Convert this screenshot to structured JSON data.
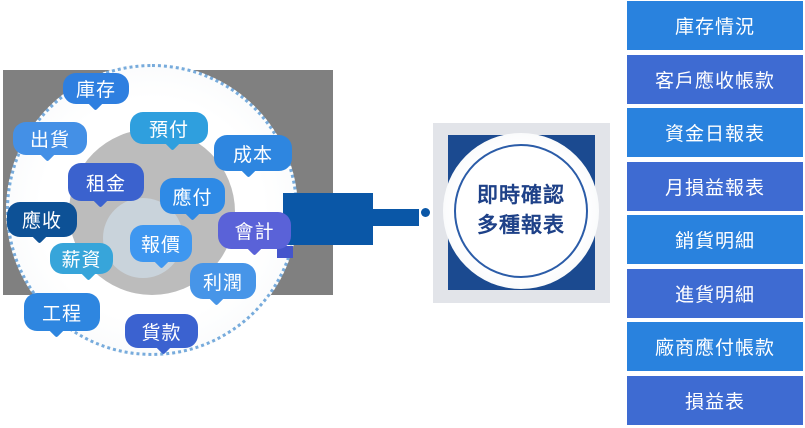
{
  "diagram": {
    "bubbles": [
      {
        "label": "庫存",
        "color": "#2e7fe0"
      },
      {
        "label": "出貨",
        "color": "#4490e6"
      },
      {
        "label": "預付",
        "color": "#2f9fde"
      },
      {
        "label": "成本",
        "color": "#2e86e0"
      },
      {
        "label": "租金",
        "color": "#3b62ce"
      },
      {
        "label": "應付",
        "color": "#2e8ae6"
      },
      {
        "label": "應收",
        "color": "#0d5196"
      },
      {
        "label": "會計",
        "color": "#5a62d8"
      },
      {
        "label": "報價",
        "color": "#3e97f0"
      },
      {
        "label": "薪資",
        "color": "#37a5da"
      },
      {
        "label": "利潤",
        "color": "#4795e8"
      },
      {
        "label": "工程",
        "color": "#2e86e0"
      },
      {
        "label": "貨款",
        "color": "#3b62d0"
      }
    ],
    "background_color": "#808080",
    "dotted_ring_color": "#77abdc"
  },
  "connector": {
    "color": "#0a57a7"
  },
  "feature": {
    "title_line1": "即時確認",
    "title_line2": "多種報表",
    "text_color": "#1e4188",
    "ring_color": "#2b5ca8",
    "square_color": "#1b4a90"
  },
  "report_list": {
    "items": [
      {
        "label": "庫存情況",
        "color": "#2982de"
      },
      {
        "label": "客戶應收帳款",
        "color": "#3e6bd2"
      },
      {
        "label": "資金日報表",
        "color": "#2982de"
      },
      {
        "label": "月損益報表",
        "color": "#3e6bd2"
      },
      {
        "label": "銷貨明細",
        "color": "#2982de"
      },
      {
        "label": "進貨明細",
        "color": "#3e6bd2"
      },
      {
        "label": "廠商應付帳款",
        "color": "#2982de"
      },
      {
        "label": "損益表",
        "color": "#3e6bd2"
      }
    ]
  }
}
